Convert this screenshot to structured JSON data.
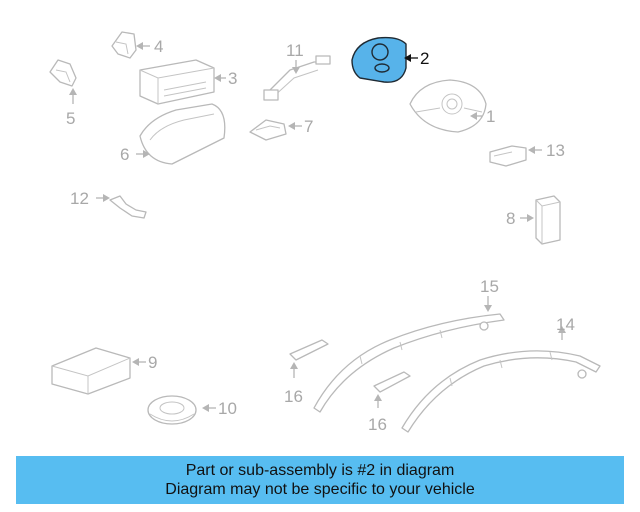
{
  "diagram": {
    "highlighted_part": "2",
    "highlight_color": "#57b3ea",
    "callouts": {
      "c1": "1",
      "c2": "2",
      "c3": "3",
      "c4": "4",
      "c5": "5",
      "c6": "6",
      "c7": "7",
      "c8": "8",
      "c9": "9",
      "c10": "10",
      "c11": "11",
      "c12": "12",
      "c13": "13",
      "c14": "14",
      "c15": "15",
      "c16a": "16",
      "c16b": "16"
    }
  },
  "banner": {
    "line1": "Part or sub-assembly is #2 in diagram",
    "line2": "Diagram may not be specific to your vehicle",
    "background": "#57bdf1"
  }
}
